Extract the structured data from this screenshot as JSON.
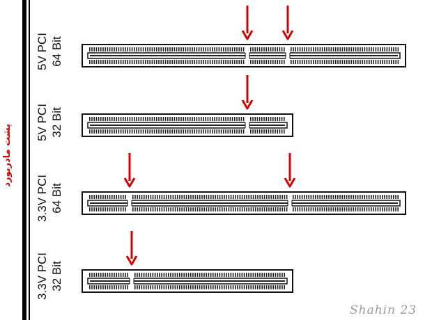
{
  "side_caption": "پشت مادربورد",
  "watermark": "Shahin 23",
  "slots": [
    {
      "id": "5v-64",
      "label_line1": "5V PCI",
      "label_line2": "64 Bit",
      "length": "long",
      "key_positions": [
        "5V",
        "64-bit"
      ]
    },
    {
      "id": "5v-32",
      "label_line1": "5V PCI",
      "label_line2": "32 Bit",
      "length": "short",
      "key_positions": [
        "5V"
      ]
    },
    {
      "id": "3v3-64",
      "label_line1": "3.3V PCI",
      "label_line2": "64 Bit",
      "length": "long",
      "key_positions": [
        "3.3V",
        "64-bit"
      ]
    },
    {
      "id": "3v3-32",
      "label_line1": "3.3V PCI",
      "label_line2": "32 Bit",
      "length": "short",
      "key_positions": [
        "3.3V"
      ]
    }
  ],
  "colors": {
    "arrow": "#d40000",
    "slot_outline": "#111111",
    "pins": "#222222",
    "board_edge": "#000000"
  }
}
